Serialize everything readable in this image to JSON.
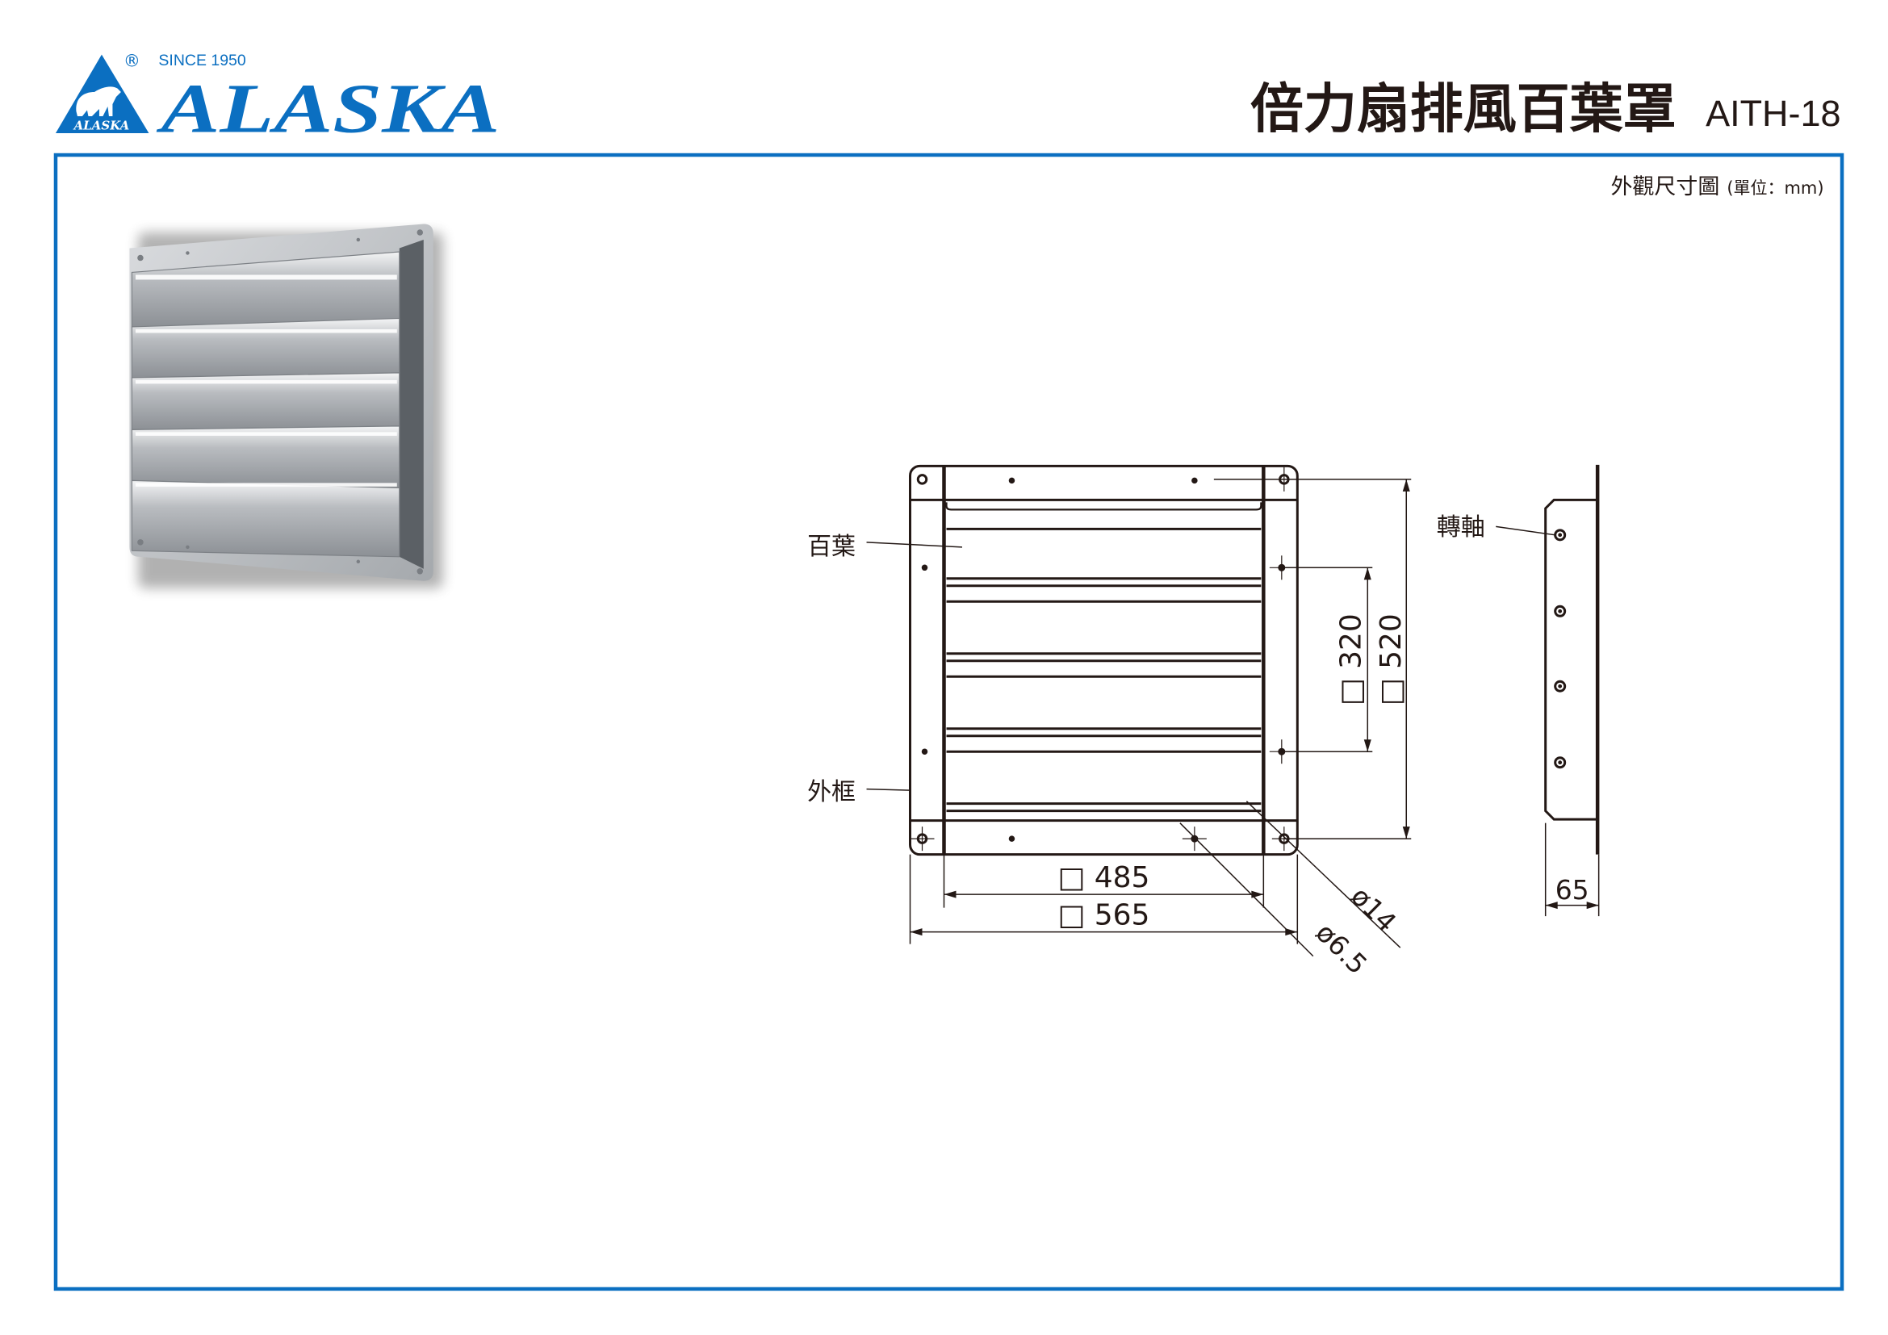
{
  "brand": {
    "name": "ALASKA",
    "badge_text": "ALASKA",
    "since": "SINCE 1950",
    "registered": "®",
    "color": "#0b6fc1"
  },
  "header": {
    "title": "倍力扇排風百葉罩",
    "model": "AITH-18"
  },
  "panel": {
    "subtitle": "外觀尺寸圖",
    "unit": "(單位：mm)",
    "border_color": "#0b6fc1"
  },
  "drawing": {
    "labels": {
      "louver": "百葉",
      "frame": "外框",
      "pivot": "轉軸"
    },
    "dimensions": {
      "inner_width": "□ 485",
      "outer_width": "□ 565",
      "hole_pitch_small": "□ 320",
      "hole_pitch_large": "□ 520",
      "hole_large_dia": "ø14",
      "hole_small_dia": "ø6.5",
      "depth": "65"
    }
  }
}
